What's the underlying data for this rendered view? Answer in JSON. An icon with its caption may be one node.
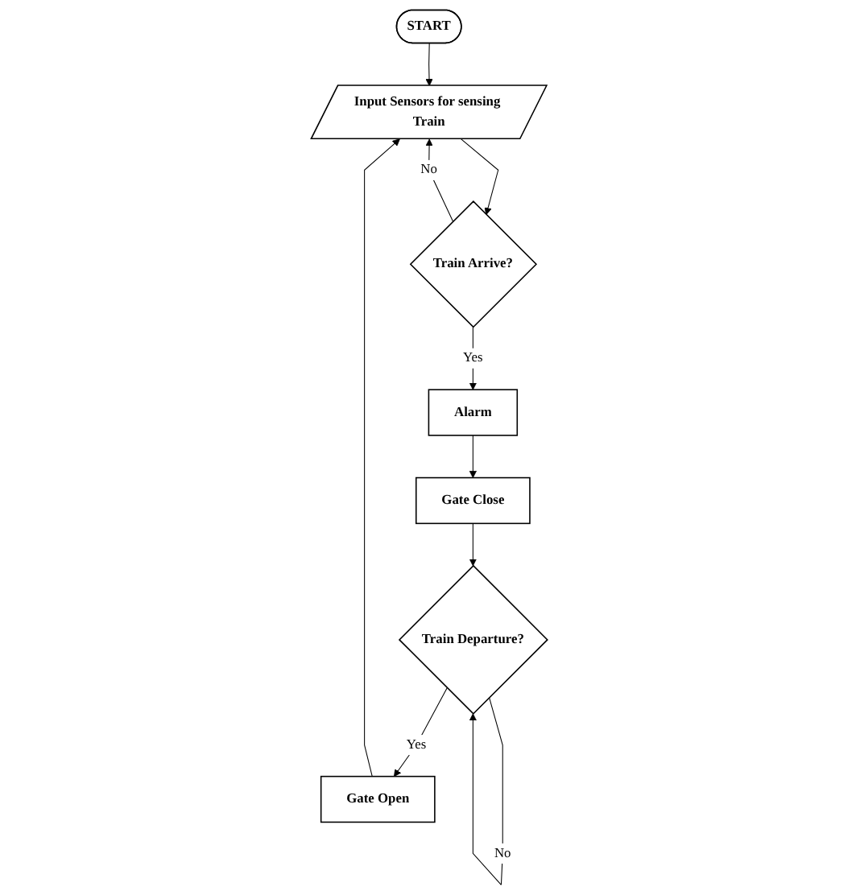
{
  "diagram": {
    "nodes": [
      {
        "text": [
          "START"
        ]
      },
      {
        "text": [
          "Input Sensors for sensing Train"
        ]
      },
      {
        "text": [
          "Train Arrive?"
        ]
      },
      {
        "text": [
          "Alarm"
        ]
      },
      {
        "text": [
          "Gate Close"
        ]
      },
      {
        "text": [
          "Train Departure?"
        ]
      },
      {
        "text": [
          "Gate Open"
        ]
      }
    ],
    "edges": [
      {
        "from": 0,
        "to": 1,
        "arrow": "to"
      },
      {
        "from": 1,
        "to": 2,
        "arrow": "to"
      },
      {
        "from": 2,
        "to": 3,
        "arrow": "to",
        "label": "Yes"
      },
      {
        "from": 3,
        "to": 4,
        "arrow": "to"
      },
      {
        "from": 4,
        "to": 5,
        "arrow": "to"
      },
      {
        "from": 5,
        "to": 6,
        "arrow": "to",
        "label": "Yes"
      },
      {
        "from": 2,
        "to": 1,
        "arrow": "to",
        "label": "No"
      },
      {
        "from": 5,
        "to": 5,
        "arrow": "to",
        "label": "No"
      },
      {
        "from": 6,
        "to": 1,
        "arrow": "to"
      }
    ]
  }
}
